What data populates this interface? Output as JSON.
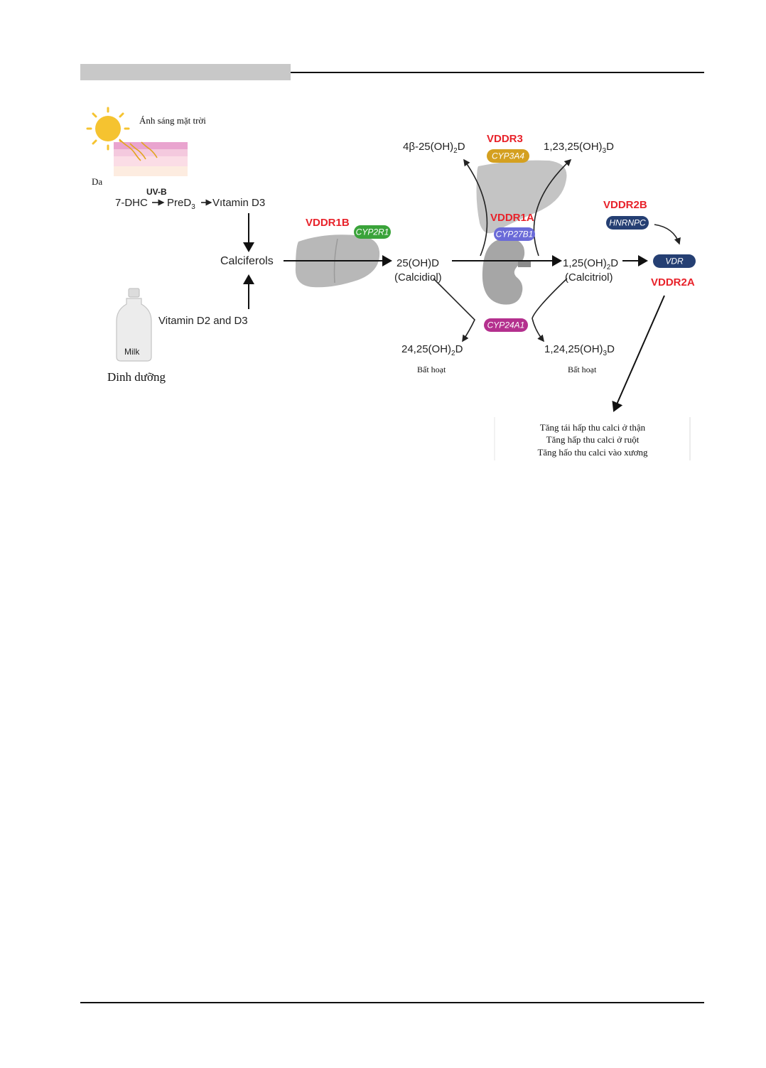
{
  "labels": {
    "sunlight": "Ánh sáng mặt trời",
    "skin": "Da",
    "uvb": "UV-B",
    "dhc": "7-DHC",
    "pred3": "PreD",
    "pred3_sub": "3",
    "vitd3": "Vıtamin D3",
    "calciferols": "Calciferols",
    "vitd2d3": "Vitamin D2 and D3",
    "milk": "Milk",
    "nutrition": "Dinh dưỡng",
    "oh25_line1": "25(OH)D",
    "oh25_line2": "(Calcidiol)",
    "oh125_line1": "1,25(OH)",
    "oh125_sub": "2",
    "oh125_tail": "D",
    "oh125_line2": "(Calcitriol)",
    "beta4_a": "4β-25(OH)",
    "beta4_sub": "2",
    "beta4_tail": "D",
    "tri123_a": "1,23,25(OH)",
    "tri123_sub": "3",
    "tri123_tail": "D",
    "di2425_a": "24,25(OH)",
    "di2425_sub": "2",
    "di2425_tail": "D",
    "tri12425_a": "1,24,25(OH)",
    "tri12425_sub": "3",
    "tri12425_tail": "D",
    "inactive_left": "Bất hoạt",
    "inactive_right": "Bất hoạt",
    "effect1": "Tăng tái hấp thu calci ở thận",
    "effect2": "Tăng hấp thu calci ở ruột",
    "effect3": "Tăng hấo thu calci vào xương"
  },
  "disorders": {
    "vddr3": "VDDR3",
    "vddr1b": "VDDR1B",
    "vddr1a": "VDDR1A",
    "vddr2b": "VDDR2B",
    "vddr2a": "VDDR2A"
  },
  "enzymes": {
    "cyp3a4": "CYP3A4",
    "cyp2r1": "CYP2R1",
    "cyp27b1": "CYP27B1",
    "cyp24a1": "CYP24A1",
    "hnrnpc": "HNRNPC",
    "vdr": "VDR"
  },
  "colors": {
    "red_label": "#e8222a",
    "cyp3a4": "#d4a020",
    "cyp2r1": "#3aa33a",
    "cyp27b1": "#6a6ad8",
    "cyp24a1": "#b4308e",
    "hnrnpc": "#253f73",
    "vdr": "#253f73",
    "organ": "#b8b8b8",
    "sun": "#f5c330"
  },
  "icons": [
    "sun-icon",
    "skin-icon",
    "liver-icon",
    "kidney-icon",
    "milk-bottle-icon"
  ]
}
